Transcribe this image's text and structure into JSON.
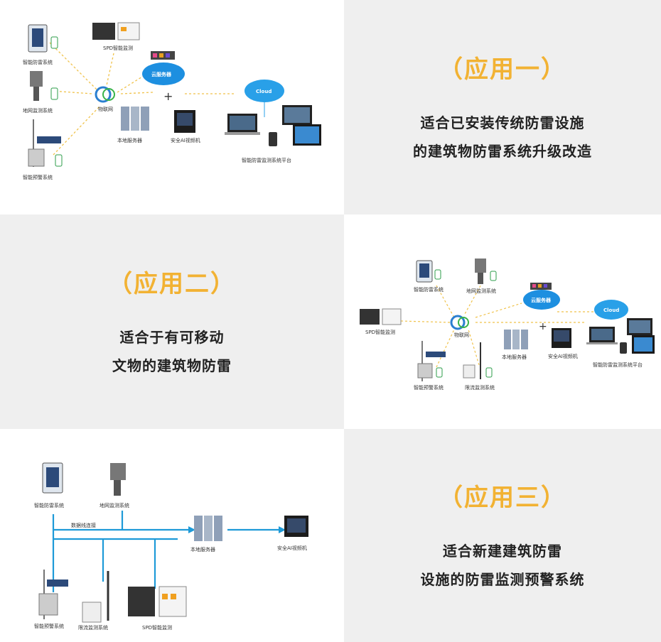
{
  "panels": [
    {
      "title": "（应用一）",
      "desc_lines": [
        "适合已安装传统防雷设施",
        "的建筑物防雷系统升级改造"
      ],
      "diagram": {
        "labels": [
          "智能防雷系统",
          "SPD智能监测",
          "地网监测系统",
          "智能预警系统",
          "物联网",
          "云服务器",
          "本地服务器",
          "安全AI视频机",
          "智能防雷监测系统平台",
          "Cloud"
        ]
      }
    },
    {
      "title": "（应用二）",
      "desc_lines": [
        "适合于有可移动",
        "文物的建筑物防雷"
      ],
      "diagram": {
        "labels": [
          "智能防雷系统",
          "地网监测系统",
          "SPD智能监测",
          "物联网",
          "云服务器",
          "智能预警系统",
          "本地服务器",
          "安全AI视频机",
          "智能防雷监测系统平台",
          "Cloud",
          "限流监测系统"
        ]
      }
    },
    {
      "title": "（应用三）",
      "desc_lines": [
        "适合新建建筑防雷",
        "设施的防雷监测预警系统"
      ],
      "diagram": {
        "labels": [
          "智能防雷系统",
          "地网监测系统",
          "数据线连接",
          "本地服务器",
          "安全AI视频机",
          "智能预警系统",
          "限流监测系统",
          "SPD智能监测"
        ]
      }
    }
  ]
}
